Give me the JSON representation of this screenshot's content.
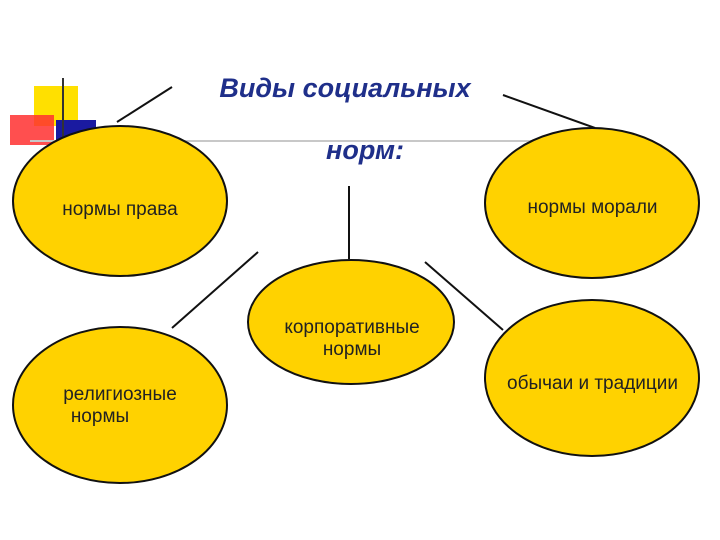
{
  "title": {
    "line1": "Виды социальных",
    "line2": "норм:"
  },
  "nodes": {
    "law": {
      "line1": "нормы права"
    },
    "morals": {
      "line1": "нормы морали"
    },
    "corporate": {
      "line1": "корпоративные",
      "line2": "нормы"
    },
    "religious": {
      "line1": "религиозные",
      "line2": "нормы"
    },
    "customs": {
      "line1": "обычаи и традиции"
    }
  },
  "colors": {
    "ellipse_fill": "#ffd200",
    "ellipse_stroke": "#111111",
    "title_color": "#1f2f8a",
    "deco_yellow": "#ffe000",
    "deco_red": "#ff2020",
    "deco_blue": "#1a1aa0"
  }
}
